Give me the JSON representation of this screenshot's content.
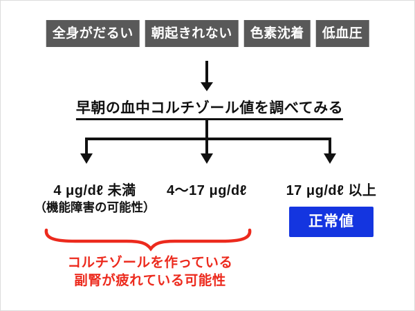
{
  "colors": {
    "symptom_box_bg": "#595959",
    "symptom_box_text": "#ffffff",
    "flow_ink": "#111111",
    "normal_badge_bg": "#1435e0",
    "normal_badge_text": "#ffffff",
    "caution_red": "#ec2a1d"
  },
  "symptoms": [
    {
      "label": "全身がだるい"
    },
    {
      "label": "朝起きれない"
    },
    {
      "label": "色素沈着"
    },
    {
      "label": "低血圧"
    }
  ],
  "test_step": {
    "label": "早朝の血中コルチゾール値を調べてみる"
  },
  "branches": [
    {
      "label": "4 μg/dℓ 未満",
      "sublabel": "（機能障害の可能性）"
    },
    {
      "label": "4〜17 μg/dℓ"
    },
    {
      "label": "17 μg/dℓ 以上",
      "badge": "正常値"
    }
  ],
  "caution_note": {
    "line1": "コルチゾールを作っている",
    "line2": "副腎が疲れている可能性"
  }
}
